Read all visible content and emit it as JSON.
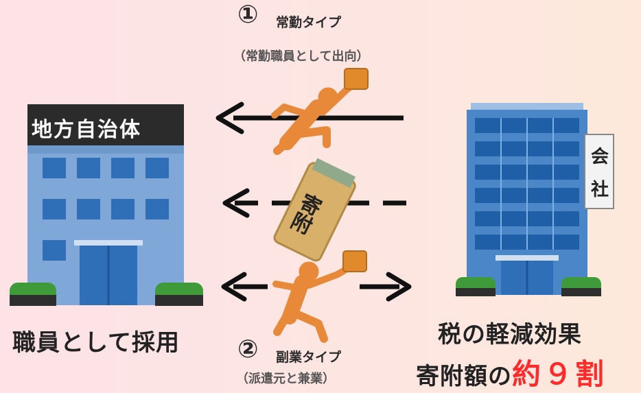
{
  "type1": {
    "number": "①",
    "label": "常勤タイプ",
    "sub": "（常勤職員として出向）"
  },
  "type2": {
    "number": "②",
    "label": "副業タイプ",
    "sub": "（派遣元と兼業）"
  },
  "local_gov": {
    "sign": "地方自治体",
    "caption": "職員として採用"
  },
  "company": {
    "sign_line1": "会",
    "sign_line2": "社"
  },
  "donation": {
    "envelope_text": "寄附"
  },
  "result": {
    "line1": "税の軽減効果",
    "line2_prefix": "寄附額の",
    "line2_highlight": "約９割"
  },
  "colors": {
    "accent_red": "#ff2b2b",
    "runner_orange": "#e8893a",
    "building_blue": "#4a86c8"
  }
}
